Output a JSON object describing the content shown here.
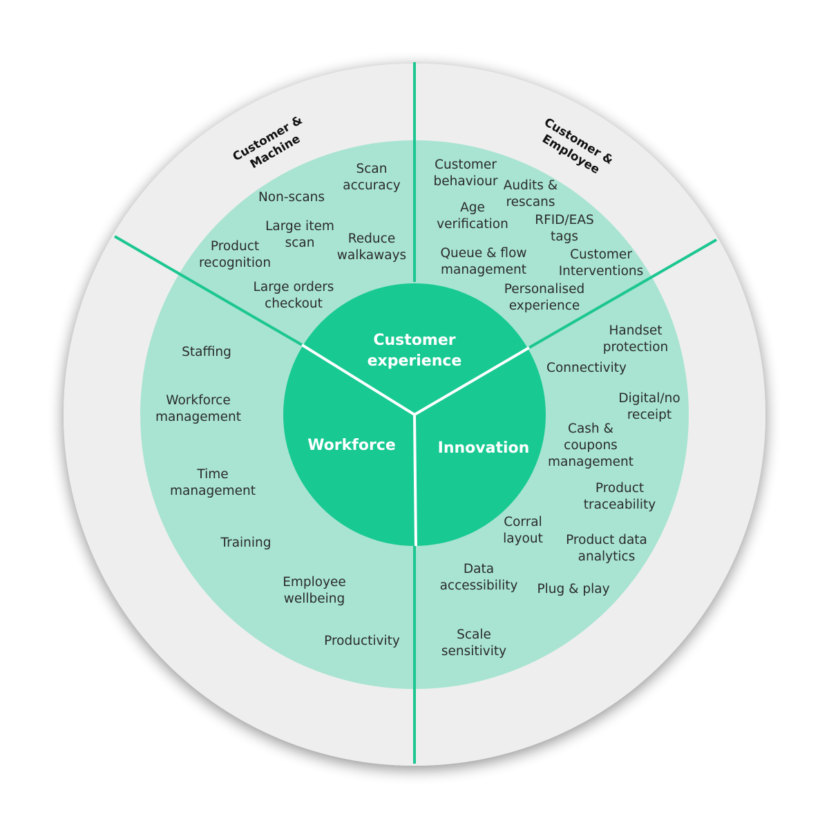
{
  "colors": {
    "outer_ring": "#eeeeee",
    "middle_ring": "#a8e4d1",
    "core": "#18c992",
    "divider": "#1cc691",
    "core_divider": "#ffffff"
  },
  "core": {
    "customer_experience": [
      "Customer",
      "experience"
    ],
    "workforce": [
      "Workforce"
    ],
    "innovation": [
      "Innovation"
    ]
  },
  "ring_labels": {
    "customer_machine": [
      "Customer &",
      "Machine"
    ],
    "customer_employee": [
      "Customer &",
      "Employee"
    ]
  },
  "items": [
    {
      "lines": [
        "Scan",
        "accuracy"
      ]
    },
    {
      "lines": [
        "Non-scans"
      ]
    },
    {
      "lines": [
        "Large item",
        "scan"
      ]
    },
    {
      "lines": [
        "Reduce",
        "walkaways"
      ]
    },
    {
      "lines": [
        "Product",
        "recognition"
      ]
    },
    {
      "lines": [
        "Large orders",
        "checkout"
      ]
    },
    {
      "lines": [
        "Customer",
        "behaviour"
      ]
    },
    {
      "lines": [
        "Audits &",
        "rescans"
      ]
    },
    {
      "lines": [
        "Age",
        "verification"
      ]
    },
    {
      "lines": [
        "RFID/EAS",
        "tags"
      ]
    },
    {
      "lines": [
        "Queue & flow",
        "management"
      ]
    },
    {
      "lines": [
        "Customer",
        "Interventions"
      ]
    },
    {
      "lines": [
        "Personalised",
        "experience"
      ]
    },
    {
      "lines": [
        "Staffing"
      ]
    },
    {
      "lines": [
        "Workforce",
        "management"
      ]
    },
    {
      "lines": [
        "Time",
        "management"
      ]
    },
    {
      "lines": [
        "Training"
      ]
    },
    {
      "lines": [
        "Employee",
        "wellbeing"
      ]
    },
    {
      "lines": [
        "Productivity"
      ]
    },
    {
      "lines": [
        "Handset",
        "protection"
      ]
    },
    {
      "lines": [
        "Connectivity"
      ]
    },
    {
      "lines": [
        "Digital/no",
        "receipt"
      ]
    },
    {
      "lines": [
        "Cash &",
        "coupons",
        "management"
      ]
    },
    {
      "lines": [
        "Product",
        "traceability"
      ]
    },
    {
      "lines": [
        "Corral",
        "layout"
      ]
    },
    {
      "lines": [
        "Product data",
        "analytics"
      ]
    },
    {
      "lines": [
        "Data",
        "accessibility"
      ]
    },
    {
      "lines": [
        "Plug & play"
      ]
    },
    {
      "lines": [
        "Scale",
        "sensitivity"
      ]
    }
  ]
}
